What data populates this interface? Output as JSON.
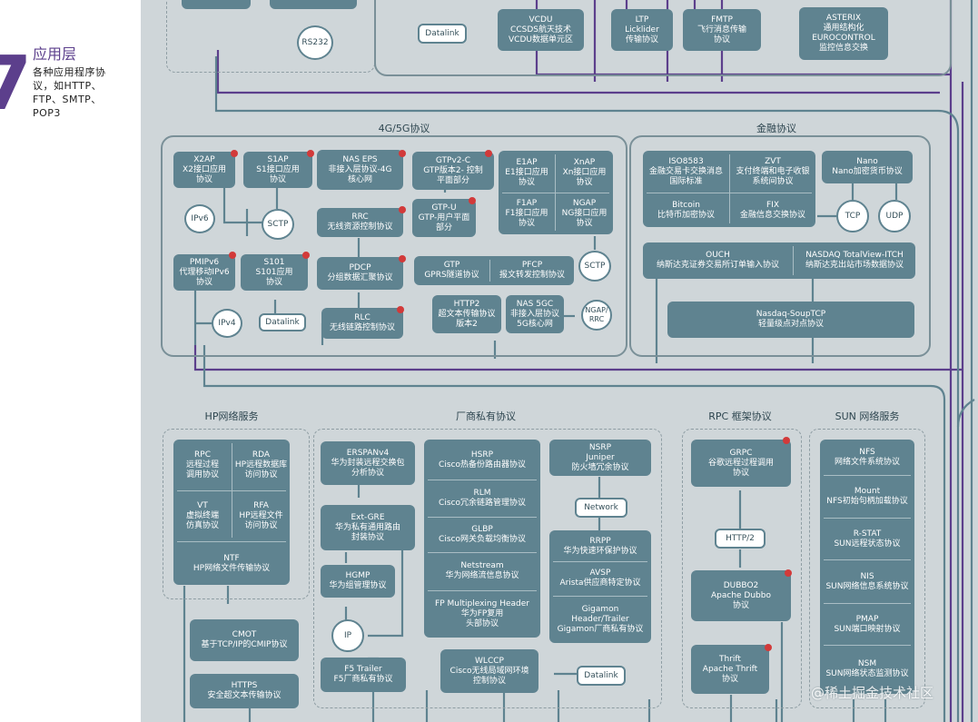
{
  "section": {
    "number": "7",
    "title": "应用层",
    "desc": "各种应用程序协议，如HTTP、FTP、SMTP、POP3"
  },
  "groups": {
    "g4g5g": "4G/5G协议",
    "finance": "金融协议",
    "hp": "HP网络服务",
    "vendor": "厂商私有协议",
    "rpc": "RPC 框架协议",
    "sun": "SUN 网络服务"
  },
  "top": {
    "rs232": "RS232",
    "datalink": "Datalink",
    "vcdu": [
      "VCDU",
      "CCSDS航天技术",
      "VCDU数据单元区"
    ],
    "ltp": [
      "LTP",
      "Licklider",
      "传输协议"
    ],
    "fmtp": [
      "FMTP",
      "飞行消息传输",
      "协议"
    ],
    "asterix": [
      "ASTERIX",
      "通用结构化",
      "EUROCONTROL",
      "监控信息交换"
    ]
  },
  "g5": {
    "x2ap": [
      "X2AP",
      "X2接口应用",
      "协议"
    ],
    "s1ap": [
      "S1AP",
      "S1接口应用",
      "协议"
    ],
    "naseps": [
      "NAS EPS",
      "非接入层协议-4G",
      "核心网"
    ],
    "gtpv2": [
      "GTPv2-C",
      "GTP版本2- 控制",
      "平面部分"
    ],
    "e1ap": [
      "E1AP",
      "E1接口应用",
      "协议"
    ],
    "xnap": [
      "XnAP",
      "Xn接口应用",
      "协议"
    ],
    "f1ap": [
      "F1AP",
      "F1接口应用",
      "协议"
    ],
    "ngap": [
      "NGAP",
      "NG接口应用",
      "协议"
    ],
    "ipv6": "IPv6",
    "sctp1": "SCTP",
    "rrc": [
      "RRC",
      "无线资源控制协议"
    ],
    "gtpu": [
      "GTP-U",
      "GTP-用户平面",
      "部分"
    ],
    "gtp": [
      "GTP",
      "GPRS隧道协议"
    ],
    "pfcp": [
      "PFCP",
      "报文转发控制协议"
    ],
    "sctp2": "SCTP",
    "pmipv6": [
      "PMIPv6",
      "代理移动IPv6",
      "协议"
    ],
    "s101": [
      "S101",
      "S101应用",
      "协议"
    ],
    "pdcp": [
      "PDCP",
      "分组数据汇聚协议"
    ],
    "http2": [
      "HTTP2",
      "超文本传输协议",
      "版本2"
    ],
    "nas5gc": [
      "NAS 5GC",
      "非接入层协议",
      "5G核心网"
    ],
    "ngaprrc": [
      "NGAP/",
      "RRC"
    ],
    "ipv4": "IPv4",
    "datalink": "Datalink",
    "rlc": [
      "RLC",
      "无线链路控制协议"
    ]
  },
  "fin": {
    "iso8583": [
      "ISO8583",
      "金融交易卡交换消息",
      "国际标准"
    ],
    "zvt": [
      "ZVT",
      "支付终端和电子收银",
      "系统间协议"
    ],
    "bitcoin": [
      "Bitcoin",
      "比特币加密协议"
    ],
    "fix": [
      "FIX",
      "金融信息交换协议"
    ],
    "nano": [
      "Nano",
      "Nano加密货币协议"
    ],
    "tcp": "TCP",
    "udp": "UDP",
    "ouch": [
      "OUCH",
      "纳斯达克证券交易所订单输入协议"
    ],
    "itch": [
      "NASDAQ TotalView-ITCH",
      "纳斯达克出站市场数据协议"
    ],
    "soup": [
      "Nasdaq-SoupTCP",
      "轻量级点对点协议"
    ]
  },
  "hp": {
    "rpc": [
      "RPC",
      "远程过程",
      "调用协议"
    ],
    "rda": [
      "RDA",
      "HP远程数据库",
      "访问协议"
    ],
    "vt": [
      "VT",
      "虚拟终端",
      "仿真协议"
    ],
    "rfa": [
      "RFA",
      "HP远程文件",
      "访问协议"
    ],
    "ntf": [
      "NTF",
      "HP网络文件传输协议"
    ],
    "cmot": [
      "CMOT",
      "基于TCP/IP的CMIP协议"
    ],
    "https": [
      "HTTPS",
      "安全超文本传输协议"
    ]
  },
  "vendor": {
    "erspan": [
      "ERSPANv4",
      "华为封装远程交换包",
      "分析协议"
    ],
    "extgre": [
      "Ext-GRE",
      "华为私有通用路由",
      "封装协议"
    ],
    "hgmp": [
      "HGMP",
      "华为组管理协议"
    ],
    "ip": "IP",
    "f5": [
      "F5 Trailer",
      "F5厂商私有协议"
    ],
    "hsrp": [
      "HSRP",
      "Cisco热备份路由器协议"
    ],
    "rlm": [
      "RLM",
      "Cisco冗余链路管理协议"
    ],
    "glbp": [
      "GLBP",
      "Cisco网关负载均衡协议"
    ],
    "netstream": [
      "Netstream",
      "华为网络流信息协议"
    ],
    "fpmux": [
      "FP Multiplexing Header",
      "华为FP复用",
      "头部协议"
    ],
    "wlccp": [
      "WLCCP",
      "Cisco无线局域网环境",
      "控制协议"
    ],
    "nsrp": [
      "NSRP",
      "Juniper",
      "防火墙冗余协议"
    ],
    "network": "Network",
    "rrpp": [
      "RRPP",
      "华为快速环保护协议"
    ],
    "avsp": [
      "AVSP",
      "Arista供应商特定协议"
    ],
    "gigamon": [
      "Gigamon",
      "Header/Trailer",
      "Gigamon厂商私有协议"
    ],
    "datalink": "Datalink"
  },
  "rpc": {
    "grpc": [
      "GRPC",
      "谷歌远程过程调用",
      "协议"
    ],
    "http2": "HTTP/2",
    "dubbo": [
      "DUBBO2",
      "Apache Dubbo",
      "协议"
    ],
    "thrift": [
      "Thrift",
      "Apache Thrift",
      "协议"
    ]
  },
  "sun": {
    "nfs": [
      "NFS",
      "网络文件系统协议"
    ],
    "mount": [
      "Mount",
      "NFS初始句柄加载协议"
    ],
    "rstat": [
      "R-STAT",
      "SUN远程状态协议"
    ],
    "nis": [
      "NIS",
      "SUN网络信息系统协议"
    ],
    "pmap": [
      "PMAP",
      "SUN端口映射协议"
    ],
    "nsm": [
      "NSM",
      "SUN网络状态监测协议"
    ]
  },
  "watermark": "@稀土掘金技术社区",
  "colors": {
    "box": "#5f8390",
    "purple": "#5c3f8c",
    "wire": "#5f8390",
    "dot": "#d23a3a",
    "bg": "#cfd6d9"
  }
}
